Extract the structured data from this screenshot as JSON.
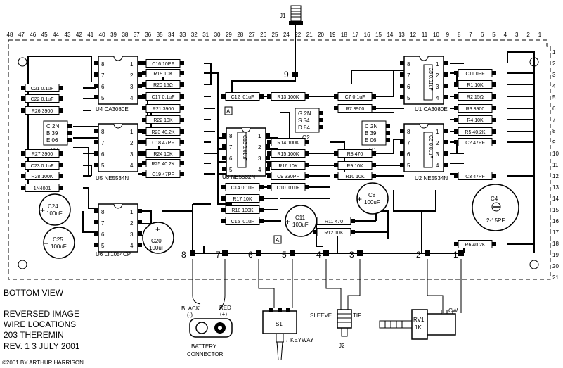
{
  "board": {
    "top_columns": [
      "48",
      "47",
      "46",
      "45",
      "44",
      "43",
      "42",
      "41",
      "40",
      "39",
      "38",
      "37",
      "36",
      "35",
      "34",
      "33",
      "32",
      "31",
      "30",
      "29",
      "28",
      "27",
      "26",
      "25",
      "24",
      "22",
      "21",
      "20",
      "19",
      "18",
      "17",
      "16",
      "15",
      "14",
      "13",
      "12",
      "11",
      "10",
      "9",
      "8",
      "7",
      "6",
      "5",
      "4",
      "3",
      "2",
      "1"
    ],
    "right_rows": [
      "1",
      "2",
      "3",
      "4",
      "5",
      "6",
      "7",
      "8",
      "9",
      "10",
      "11",
      "12",
      "13",
      "14",
      "15",
      "16",
      "17",
      "18",
      "19",
      "20",
      "21"
    ]
  },
  "ics": [
    {
      "id": "u4",
      "label": "U4  CA3080E",
      "pins_left": [
        "8",
        "7",
        "6",
        "5"
      ],
      "pins_right": [
        "1",
        "2",
        "3",
        "4"
      ]
    },
    {
      "id": "u5",
      "label": "U5  NE5534N",
      "pins_left": [
        "8",
        "7",
        "6",
        "5"
      ],
      "pins_right": [
        "1",
        "2",
        "3",
        "4"
      ]
    },
    {
      "id": "u6",
      "label": "U6  LT1054CP",
      "pins_left": [
        "8",
        "7",
        "6",
        "5"
      ],
      "pins_right": [
        "1",
        "2",
        "3",
        "4"
      ]
    },
    {
      "id": "u3",
      "label": "U3  NE5532N",
      "pins_left": [
        "8",
        "7",
        "6",
        "5"
      ],
      "pins_right": [
        "1",
        "2",
        "3",
        "4"
      ]
    },
    {
      "id": "u1",
      "label": "U1  CA3080E",
      "pins_left": [
        "8",
        "7",
        "6",
        "5"
      ],
      "pins_right": [
        "1",
        "2",
        "3",
        "4"
      ]
    },
    {
      "id": "u2",
      "label": "U2  NE5534N",
      "pins_left": [
        "8",
        "7",
        "6",
        "5"
      ],
      "pins_right": [
        "1",
        "2",
        "3",
        "4"
      ]
    }
  ],
  "transistors": [
    {
      "id": "q3",
      "label": "Q3",
      "pins": [
        "C 2N",
        "B 39",
        "E 06"
      ]
    },
    {
      "id": "q2",
      "label": "Q2",
      "pins": [
        "G 2N",
        "S 54",
        "D 84"
      ]
    },
    {
      "id": "q1",
      "label": "Q1",
      "pins": [
        "C 2N",
        "B 39",
        "E 06"
      ]
    }
  ],
  "parts": [
    "C21  0.1uF",
    "C22  0.1uF",
    "R26  3900",
    "R27  3900",
    "C23  0.1uF",
    "R28  100K",
    "1N4001",
    "C16  10PF",
    "R19  10K",
    "R20  15Ω",
    "C17  0.1uF",
    "R21  3900",
    "R22  10K",
    "R23  40.2K",
    "C18  47PF",
    "R24  10K",
    "R25  40.2K",
    "C19  47PF",
    "C12  .01uF",
    "R13  100K",
    "R14  100K",
    "R15  100K",
    "R16  10K",
    "C9  330PF",
    "C14  0.1uF",
    "C10  .01uF",
    "R17  10K",
    "R18  100K",
    "C15  .01uF",
    "C7  0.1uF",
    "R7  3900",
    "R8  470",
    "R9  10K",
    "R10  10K",
    "R11  470",
    "R12  10K",
    "C11  0PF",
    "R1  10K",
    "R2  15Ω",
    "R3  3900",
    "R4  10K",
    "R5  40.2K",
    "C2  47PF",
    "C3  47PF",
    "R6  40.2K"
  ],
  "vertical_caps": [
    "C13  0.01uF",
    "C5  0.01uF",
    "C6  0.01uF"
  ],
  "caps_round": [
    {
      "id": "c24",
      "name": "C24",
      "value": "100uF"
    },
    {
      "id": "c25",
      "name": "C25",
      "value": "100uF"
    },
    {
      "id": "c20",
      "name": "C20",
      "value": "100uF"
    },
    {
      "id": "c11",
      "name": "C11",
      "value": "100uF"
    },
    {
      "id": "c8",
      "name": "C8",
      "value": "100uF"
    },
    {
      "id": "c4",
      "name": "C4",
      "value": "2-15PF"
    }
  ],
  "wire_points": [
    "8",
    "7",
    "6",
    "5",
    "4",
    "3",
    "2",
    "1",
    "9"
  ],
  "markers": [
    "A",
    "A"
  ],
  "plus_sign": "+",
  "j1": "J1",
  "j2": "J2",
  "s1": "S1",
  "rv1": [
    "RV1",
    "1K"
  ],
  "cw": "CW",
  "battery": {
    "black": "BLACK",
    "black_sign": "(-)",
    "red": "RED",
    "red_sign": "(+)",
    "caption": [
      "BATTERY",
      "CONNECTOR"
    ]
  },
  "sleeve": "SLEEVE",
  "tip": "TIP",
  "keyway": "←KEYWAY",
  "bottom_view": "BOTTOM VIEW",
  "notes": [
    "REVERSED IMAGE",
    "WIRE LOCATIONS",
    "203 THEREMIN",
    "REV. 1    3 JULY 2001"
  ],
  "copyright": "©2001 BY ARTHUR HARRISON"
}
